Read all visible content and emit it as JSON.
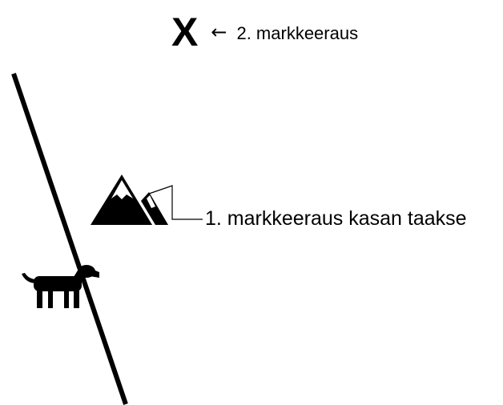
{
  "diagram": {
    "target_mark": "X",
    "arrow_symbol": "←",
    "label_second": "2. markkeeraus",
    "label_first": "1. markkeeraus kasan taakse"
  },
  "icons": {
    "mountain": "mountain-icon",
    "dog": "dog-icon",
    "marked-stone": "marked-stone-icon"
  },
  "colors": {
    "ink": "#000000",
    "background": "#ffffff"
  }
}
